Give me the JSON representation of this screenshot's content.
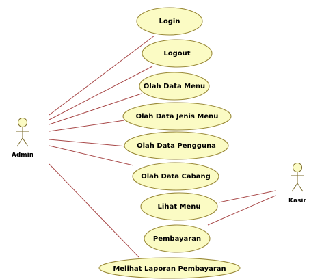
{
  "actors": {
    "admin": {
      "label": "Admin"
    },
    "kasir": {
      "label": "Kasir"
    }
  },
  "use_cases": {
    "login": "Login",
    "logout": "Logout",
    "olah_data_menu": "Olah Data Menu",
    "olah_data_jenis_menu": "Olah Data Jenis Menu",
    "olah_data_pengguna": "Olah Data Pengguna",
    "olah_data_cabang": "Olah Data Cabang",
    "lihat_menu": "Lihat Menu",
    "pembayaran": "Pembayaran",
    "melihat_laporan_pembayaran": "Melihat Laporan Pembayaran"
  },
  "associations": [
    {
      "from": "Admin",
      "to": "Login"
    },
    {
      "from": "Admin",
      "to": "Logout"
    },
    {
      "from": "Admin",
      "to": "Olah Data Menu"
    },
    {
      "from": "Admin",
      "to": "Olah Data Jenis Menu"
    },
    {
      "from": "Admin",
      "to": "Olah Data Pengguna"
    },
    {
      "from": "Admin",
      "to": "Olah Data Cabang"
    },
    {
      "from": "Admin",
      "to": "Melihat Laporan Pembayaran"
    },
    {
      "from": "Kasir",
      "to": "Lihat Menu"
    },
    {
      "from": "Kasir",
      "to": "Pembayaran"
    }
  ],
  "colors": {
    "usecase_fill": "#fbfbc4",
    "usecase_border": "#9a8a3a",
    "association_line": "#a84848"
  }
}
